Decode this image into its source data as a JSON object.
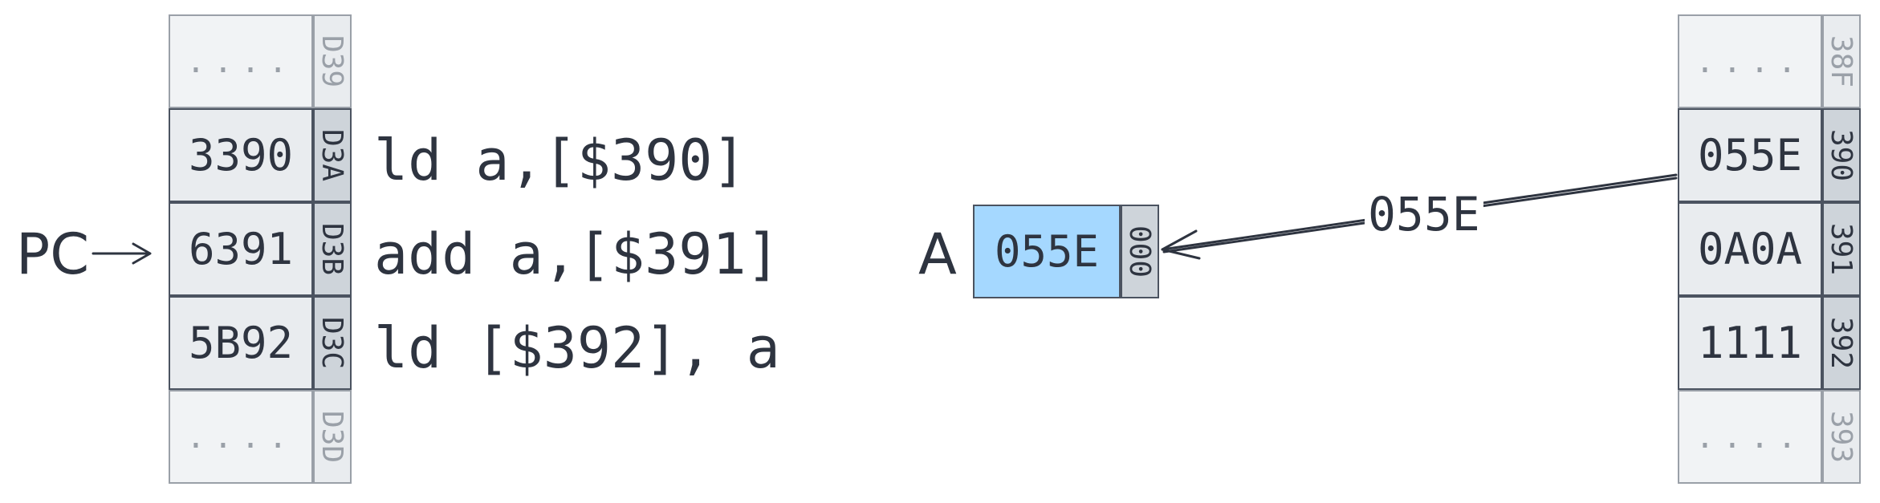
{
  "left_memory": [
    {
      "value": "....",
      "address": "D39",
      "faded": true
    },
    {
      "value": "3390",
      "address": "D3A",
      "faded": false
    },
    {
      "value": "6391",
      "address": "D3B",
      "faded": false
    },
    {
      "value": "5B92",
      "address": "D3C",
      "faded": false
    },
    {
      "value": "....",
      "address": "D3D",
      "faded": true
    }
  ],
  "instructions": [
    "ld a,[$390]",
    "add a,[$391]",
    "ld [$392], a"
  ],
  "pc_label": "PC",
  "register": {
    "label": "A",
    "value": "055E",
    "address": "000"
  },
  "arrow_label": "055E",
  "right_memory": [
    {
      "value": "....",
      "address": "38F",
      "faded": true
    },
    {
      "value": "055E",
      "address": "390",
      "faded": false
    },
    {
      "value": "0A0A",
      "address": "391",
      "faded": false
    },
    {
      "value": "1111",
      "address": "392",
      "faded": false
    },
    {
      "value": "....",
      "address": "393",
      "faded": true
    }
  ],
  "colors": {
    "ink": "#2e3440",
    "cell": "#e9ecef",
    "address_cell": "#ced4da",
    "register_fill": "#a5d8ff",
    "faded": "#9aa0a8"
  }
}
